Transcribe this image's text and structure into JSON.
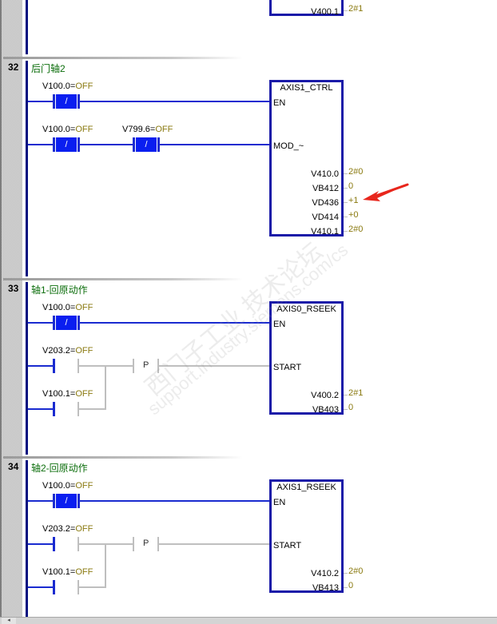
{
  "editor": {
    "prev_network_tail": {
      "output": {
        "address": "V400.1",
        "value": "2#1"
      }
    },
    "networks": [
      {
        "number": "32",
        "title": "后门轴2",
        "contacts": [
          {
            "address": "V100.0",
            "state": "OFF",
            "type": "normally-closed"
          },
          {
            "address": "V100.0",
            "state": "OFF",
            "type": "normally-closed"
          },
          {
            "address": "V799.6",
            "state": "OFF",
            "type": "normally-closed"
          }
        ],
        "block": {
          "name": "AXIS1_CTRL",
          "inputs": [
            "EN",
            "MOD_~"
          ],
          "outputs": [
            {
              "address": "V410.0",
              "value": "2#0"
            },
            {
              "address": "VB412",
              "value": "0"
            },
            {
              "address": "VD436",
              "value": "+1"
            },
            {
              "address": "VD414",
              "value": "+0"
            },
            {
              "address": "V410.1",
              "value": "2#0"
            }
          ]
        }
      },
      {
        "number": "33",
        "title": "轴1-回原动作",
        "contacts": [
          {
            "address": "V100.0",
            "state": "OFF",
            "type": "normally-closed"
          },
          {
            "address": "V203.2",
            "state": "OFF",
            "type": "normally-open"
          },
          {
            "address": "V100.1",
            "state": "OFF",
            "type": "normally-open"
          }
        ],
        "edge_label": "P",
        "block": {
          "name": "AXIS0_RSEEK",
          "inputs": [
            "EN",
            "START"
          ],
          "outputs": [
            {
              "address": "V400.2",
              "value": "2#1"
            },
            {
              "address": "VB403",
              "value": "0"
            }
          ]
        }
      },
      {
        "number": "34",
        "title": "轴2-回原动作",
        "contacts": [
          {
            "address": "V100.0",
            "state": "OFF",
            "type": "normally-closed"
          },
          {
            "address": "V203.2",
            "state": "OFF",
            "type": "normally-open"
          },
          {
            "address": "V100.1",
            "state": "OFF",
            "type": "normally-open"
          }
        ],
        "edge_label": "P",
        "block": {
          "name": "AXIS1_RSEEK",
          "inputs": [
            "EN",
            "START"
          ],
          "outputs": [
            {
              "address": "V410.2",
              "value": "2#0"
            },
            {
              "address": "VB413",
              "value": "0"
            }
          ]
        }
      }
    ],
    "nc_glyph": "/",
    "eq": "=",
    "watermark": {
      "line1": "西门子工业  技术论坛",
      "line2": "support.industry.siemens.com/cs"
    },
    "annotation": {
      "color": "#e8261c",
      "points_to": "VD436"
    },
    "colors": {
      "rail": "#000c80",
      "energized_wire": "#1a2bd0",
      "deenergized_wire": "#bfbfbf",
      "status_value": "#8a7a10",
      "comment": "#0c6e0c"
    },
    "scrollbar": {
      "left_arrow": "◂"
    }
  }
}
